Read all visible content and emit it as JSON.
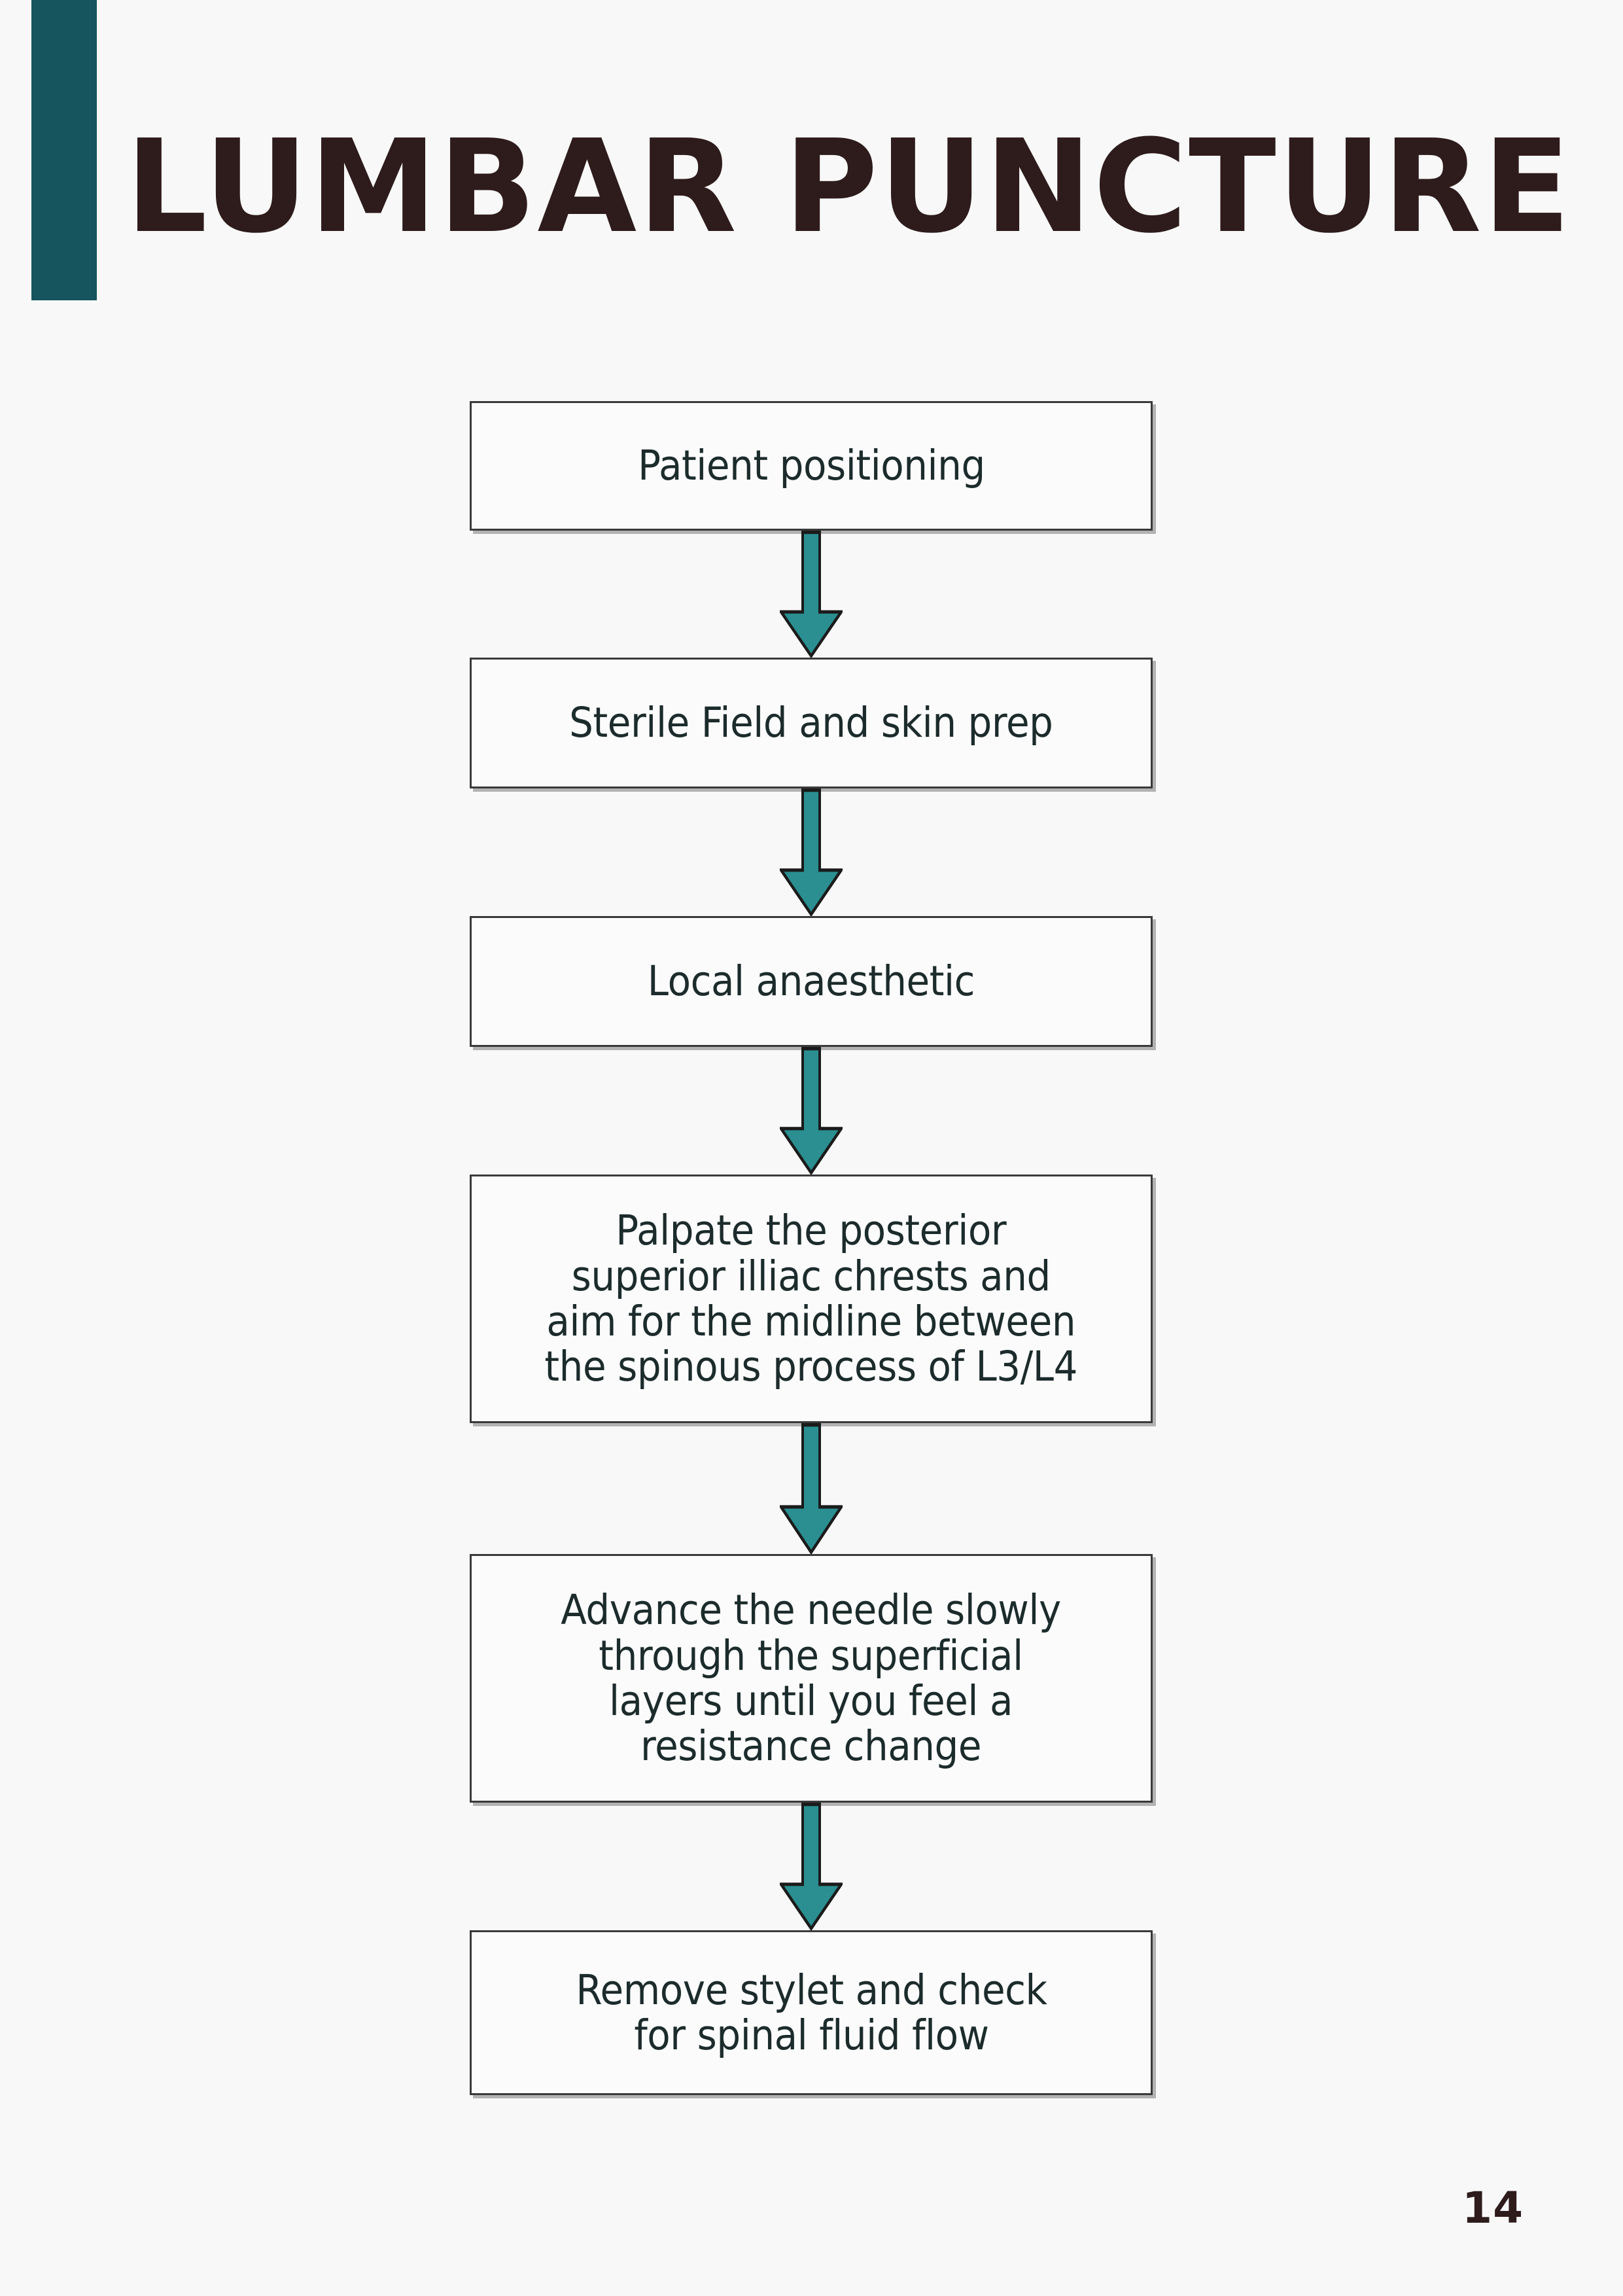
{
  "document": {
    "title": "LUMBAR PUNCTURE",
    "page_number": "14"
  },
  "colors": {
    "accent_teal": "#16545e",
    "arrow_teal": "#2b8f91",
    "title_brown": "#2e1b1b",
    "box_text": "#1c2b2b",
    "box_border": "#3a3a3a",
    "page_background": "#f8f8f8"
  },
  "flowchart": {
    "orientation": "vertical-top-to-bottom",
    "connector_icon": "down-arrow-icon",
    "steps": [
      {
        "id": "step-1",
        "label": "Patient positioning"
      },
      {
        "id": "step-2",
        "label": "Sterile Field and skin prep"
      },
      {
        "id": "step-3",
        "label": "Local anaesthetic"
      },
      {
        "id": "step-4",
        "label": "Palpate the posterior\nsuperior illiac chrests and\naim for the midline between\nthe spinous process of L3/L4"
      },
      {
        "id": "step-5",
        "label": "Advance the needle slowly\nthrough the superficial\nlayers until you feel a\nresistance change"
      },
      {
        "id": "step-6",
        "label": "Remove stylet and check\nfor spinal fluid flow"
      }
    ],
    "connector_count": 5
  }
}
